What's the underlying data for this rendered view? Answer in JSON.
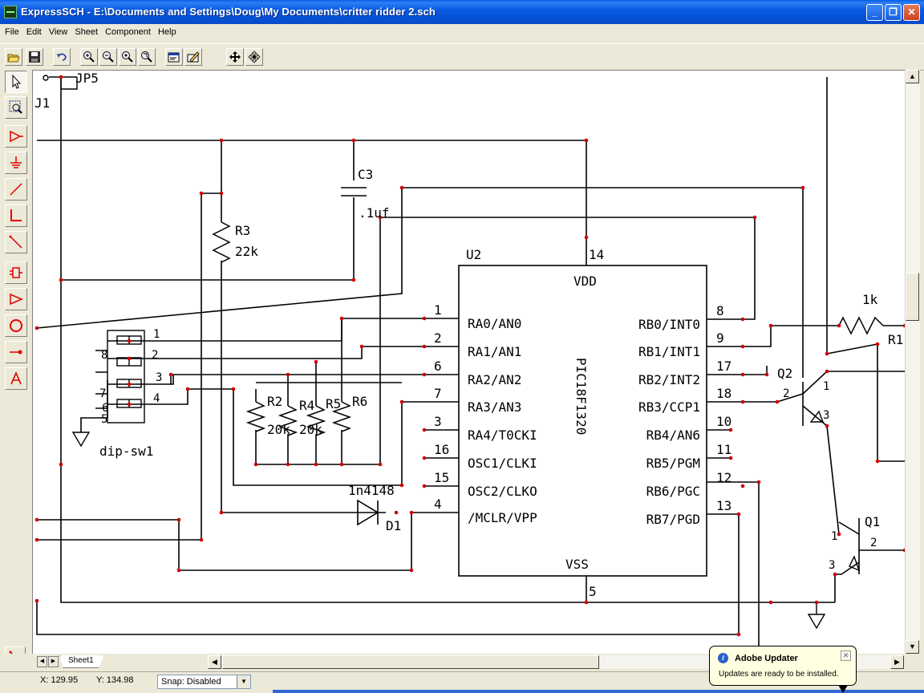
{
  "window": {
    "title": "ExpressSCH - E:\\Documents and Settings\\Doug\\My Documents\\critter ridder 2.sch"
  },
  "menu": {
    "items": [
      "File",
      "Edit",
      "View",
      "Sheet",
      "Component",
      "Help"
    ]
  },
  "toolbar": {
    "buttons": [
      "open-icon",
      "save-icon",
      "undo-icon",
      "zoom-in-icon",
      "zoom-out-icon",
      "zoom-fit-icon",
      "zoom-area-icon",
      "properties-icon",
      "rename-icon",
      "pan-icon",
      "center-icon"
    ]
  },
  "palette": {
    "tools": [
      "pointer-tool",
      "zoom-tool",
      "power-tool",
      "ground-tool",
      "wire-tool",
      "bus-tool",
      "bus-entry-tool",
      "component-tool",
      "port-tool",
      "junction-tool",
      "pin-tool",
      "text-tool"
    ]
  },
  "schematic": {
    "chip": {
      "ref": "U2",
      "part": "PIC18F1320",
      "vdd": "VDD",
      "vss": "VSS",
      "vdd_pin": "14",
      "vss_pin": "5"
    },
    "left_pins": [
      {
        "num": "1",
        "name": "RA0/AN0"
      },
      {
        "num": "2",
        "name": "RA1/AN1"
      },
      {
        "num": "6",
        "name": "RA2/AN2"
      },
      {
        "num": "7",
        "name": "RA3/AN3"
      },
      {
        "num": "3",
        "name": "RA4/T0CKI"
      },
      {
        "num": "16",
        "name": "OSC1/CLKI"
      },
      {
        "num": "15",
        "name": "OSC2/CLKO"
      },
      {
        "num": "4",
        "name": "/MCLR/VPP"
      }
    ],
    "right_pins": [
      {
        "num": "8",
        "name": "RB0/INT0"
      },
      {
        "num": "9",
        "name": "RB1/INT1"
      },
      {
        "num": "17",
        "name": "RB2/INT2"
      },
      {
        "num": "18",
        "name": "RB3/CCP1"
      },
      {
        "num": "10",
        "name": "RB4/AN6"
      },
      {
        "num": "11",
        "name": "RB5/PGM"
      },
      {
        "num": "12",
        "name": "RB6/PGC"
      },
      {
        "num": "13",
        "name": "RB7/PGD"
      }
    ],
    "labels": {
      "c3": "C3",
      "c3_value": ".1uf",
      "r3": "R3",
      "r3_value": "22k",
      "r2": "R2",
      "r4": "R4",
      "r5": "R5",
      "r6": "R6",
      "r2_value": "20k",
      "r4_value": "20k",
      "dip": "dip-sw1",
      "dip_pins": [
        "1",
        "2",
        "3",
        "4",
        "5",
        "6",
        "7",
        "8"
      ],
      "d1": "D1",
      "d1_part": "1n4148",
      "r1": "R1",
      "r1_value": "1k",
      "q1": "Q1",
      "q2": "Q2",
      "q1_pins": [
        "1",
        "2",
        "3"
      ],
      "q2_pins": [
        "1",
        "2",
        "3"
      ],
      "j1": "J1",
      "jp5": "JP5"
    }
  },
  "tabs": {
    "sheet": "Sheet1"
  },
  "status": {
    "x": "X: 129.95",
    "y": "Y: 134.98",
    "snap": "Snap: Disabled"
  },
  "notification": {
    "title": "Adobe Updater",
    "message": "Updates are ready to be installed."
  }
}
